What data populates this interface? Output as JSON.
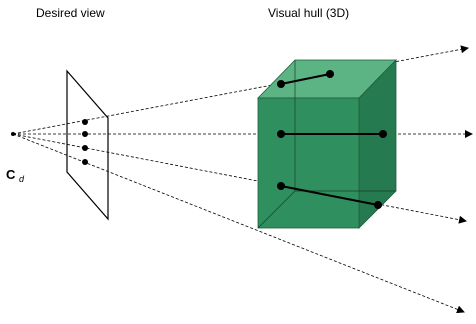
{
  "labels": {
    "desired_view": "Desired view",
    "visual_hull": "Visual hull (3D)",
    "camera_main": "C",
    "camera_sub": "d"
  },
  "colors": {
    "box_front": "#2f8f5e",
    "box_top": "#5cb384",
    "box_side": "#267a4f",
    "line": "#000000"
  }
}
